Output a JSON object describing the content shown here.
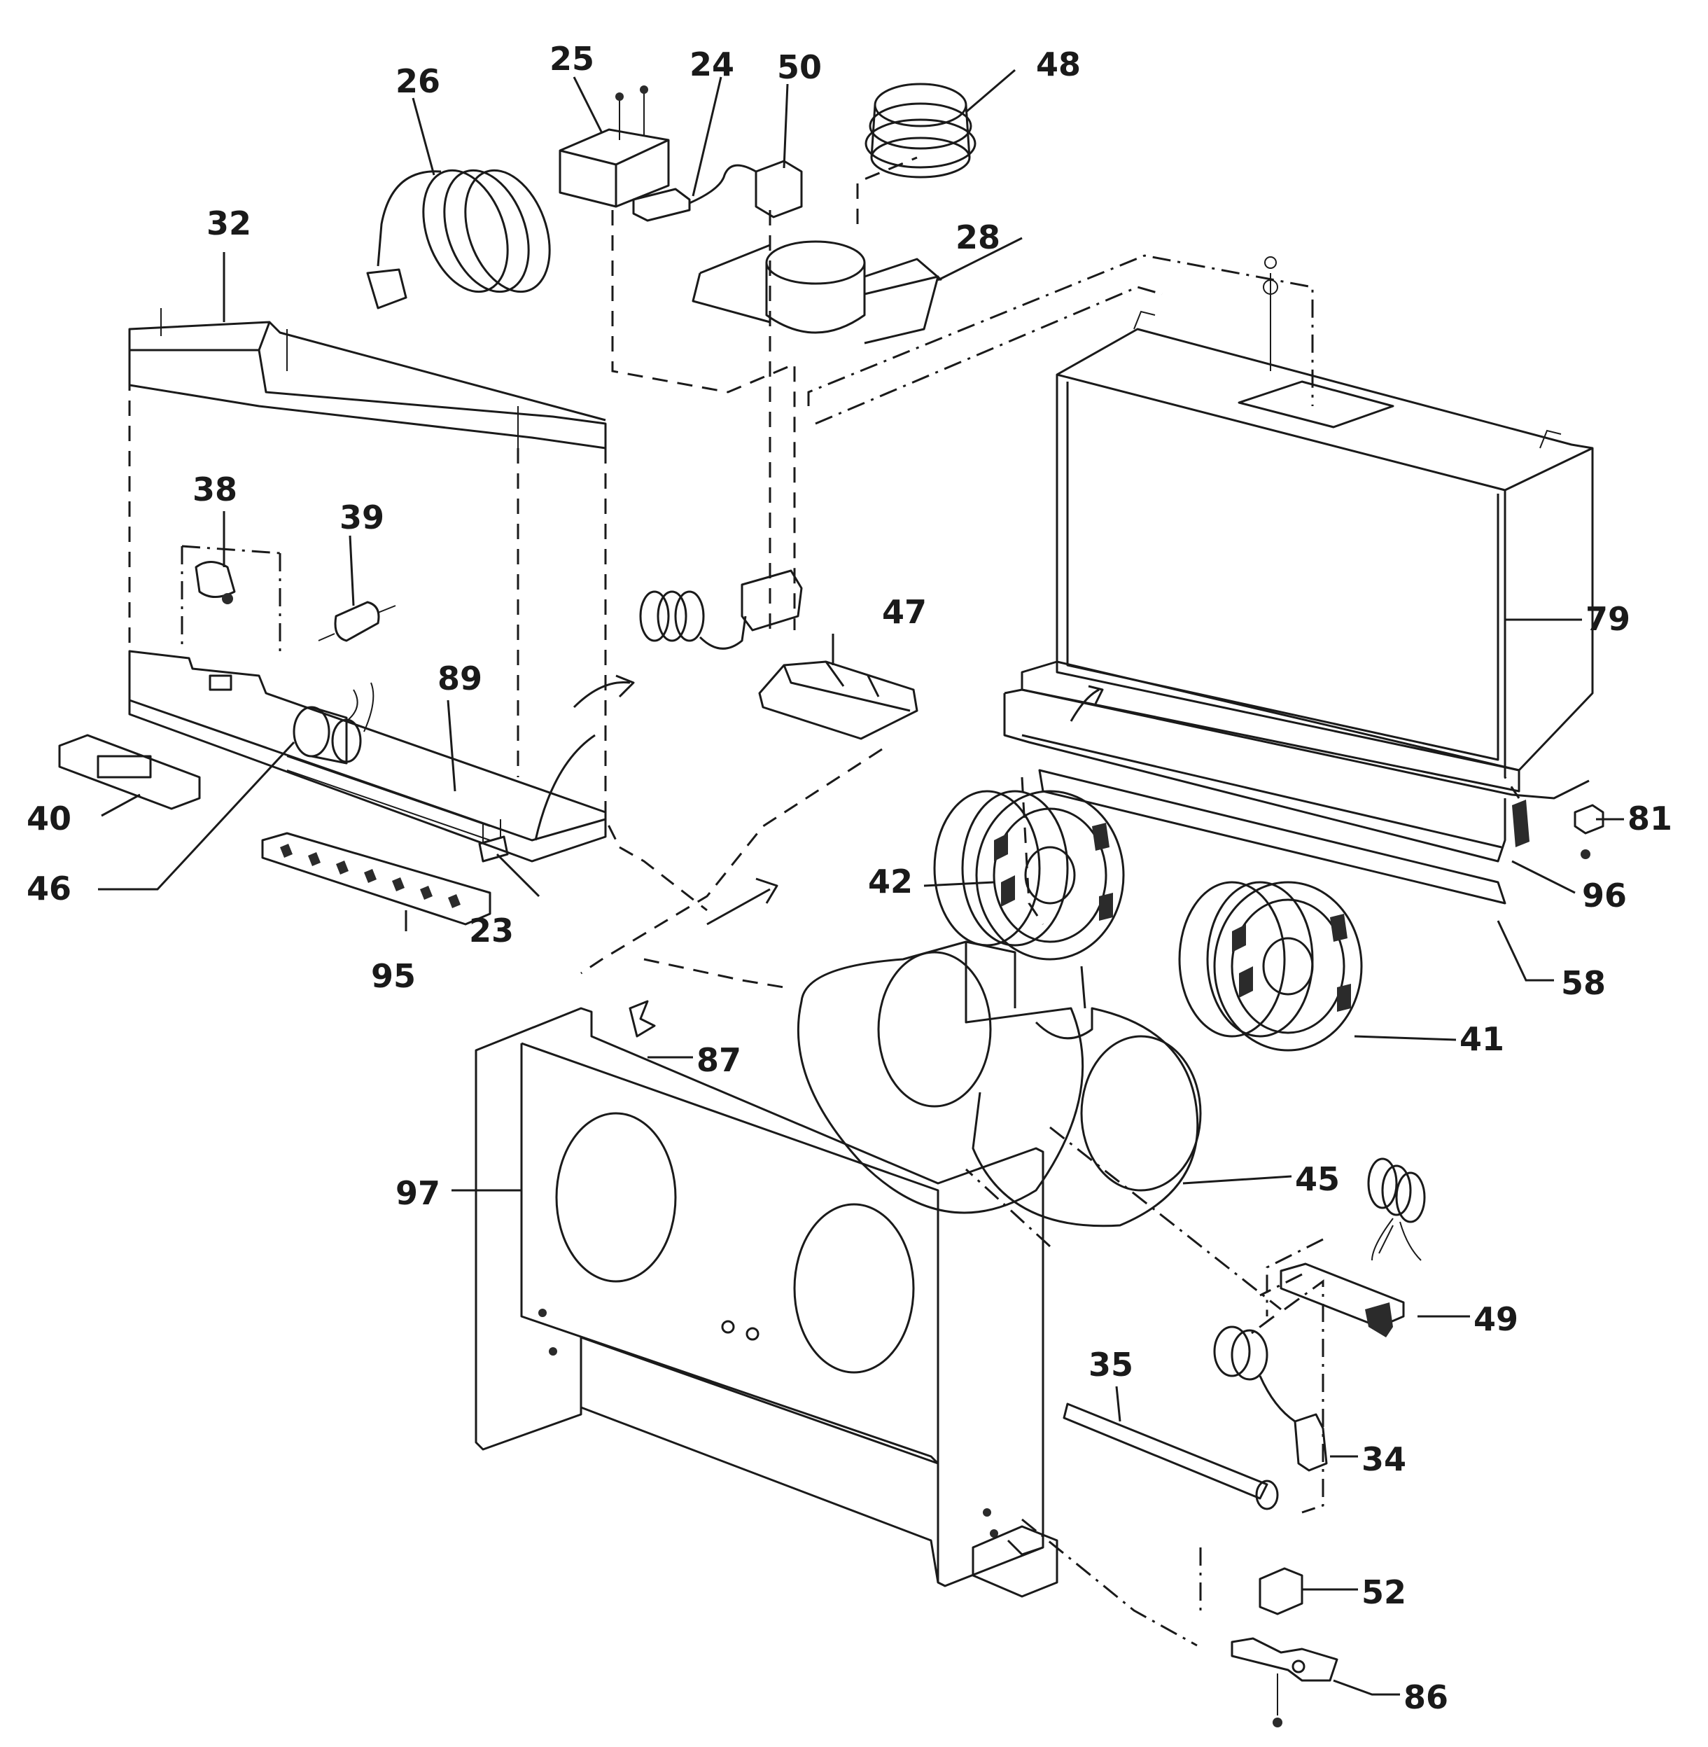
{
  "labels": {
    "p23": "23",
    "p24": "24",
    "p25": "25",
    "p26": "26",
    "p28": "28",
    "p32": "32",
    "p34": "34",
    "p35": "35",
    "p38": "38",
    "p39": "39",
    "p40": "40",
    "p41": "41",
    "p42": "42",
    "p45": "45",
    "p46": "46",
    "p47": "47",
    "p48": "48",
    "p49": "49",
    "p50": "50",
    "p52": "52",
    "p58": "58",
    "p79": "79",
    "p81": "81",
    "p86": "86",
    "p87": "87",
    "p89": "89",
    "p95": "95",
    "p96": "96",
    "p97": "97"
  }
}
